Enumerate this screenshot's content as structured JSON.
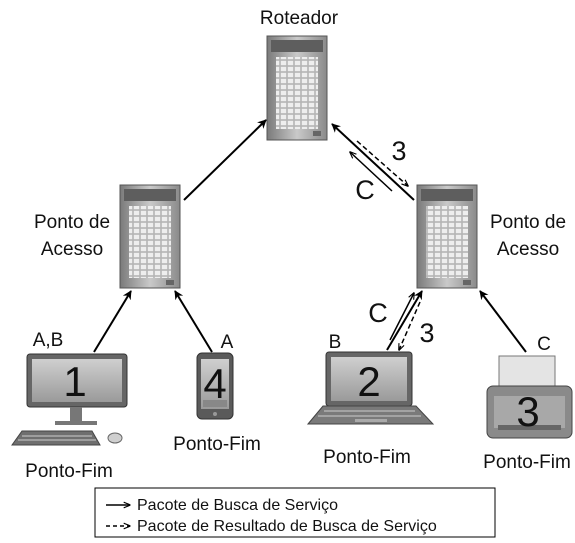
{
  "nodes": {
    "router": {
      "label": "Roteador"
    },
    "ap_left": {
      "label_line1": "Ponto de",
      "label_line2": "Acesso"
    },
    "ap_right": {
      "label_line1": "Ponto de",
      "label_line2": "Acesso"
    },
    "endpoints": [
      {
        "number": "1",
        "tag": "A,B",
        "label": "Ponto-Fim",
        "device": "desktop-computer"
      },
      {
        "number": "4",
        "tag": "A",
        "label": "Ponto-Fim",
        "device": "smartphone"
      },
      {
        "number": "2",
        "tag": "B",
        "label": "Ponto-Fim",
        "device": "laptop"
      },
      {
        "number": "3",
        "tag": "C",
        "label": "Ponto-Fim",
        "device": "printer"
      }
    ]
  },
  "link_labels": {
    "router_ap_request": "C",
    "router_ap_result": "3",
    "ap_laptop_request": "C",
    "ap_laptop_result": "3"
  },
  "legend": {
    "request": "Pacote de Busca de Serviço",
    "result": "Pacote de Resultado de Busca de Serviço"
  },
  "colors": {
    "device_fill": "#a9a9a9",
    "device_dark": "#555555",
    "line": "#000000"
  }
}
